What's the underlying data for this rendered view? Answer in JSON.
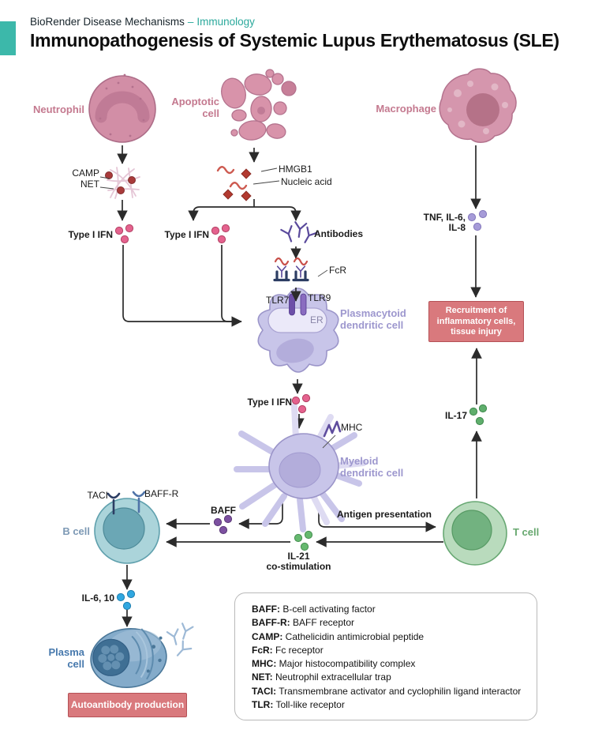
{
  "header": {
    "series": "BioRender Disease Mechanisms",
    "separator": "–",
    "category": "Immunology",
    "title": "Immunopathogenesis of Systemic Lupus Erythematosus (SLE)"
  },
  "cells": {
    "neutrophil": {
      "label": "Neutrophil"
    },
    "apoptotic": {
      "l1": "Apoptotic",
      "l2": "cell"
    },
    "macrophage": {
      "label": "Macrophage"
    },
    "pdc": {
      "l1": "Plasmacytoid",
      "l2": "dendritic cell"
    },
    "mdc": {
      "l1": "Myeloid",
      "l2": "dendritic cell"
    },
    "bcell": {
      "label": "B cell"
    },
    "tcell": {
      "label": "T cell"
    },
    "plasma": {
      "l1": "Plasma",
      "l2": "cell"
    }
  },
  "molecules": {
    "camp": "CAMP",
    "net": "NET",
    "hmgb1": "HMGB1",
    "nucleic_acid": "Nucleic acid",
    "ifn_neutrophil": "Type I IFN",
    "ifn_apoptotic": "Type I IFN",
    "ifn_pdc": "Type I IFN",
    "antibodies": "Antibodies",
    "fcr": "FcR",
    "tlr7": "TLR7",
    "tlr9": "TLR9",
    "er": "ER",
    "mhc": "MHC",
    "tnf_l1": "TNF, IL-6,",
    "tnf_l2": "IL-8",
    "il17": "IL-17",
    "baff": "BAFF",
    "antigen_presentation": "Antigen presentation",
    "il21_l1": "IL-21",
    "il21_l2": "co-stimulation",
    "il6_10": "IL-6, 10"
  },
  "receptors": {
    "taci": "TACI",
    "baffr": "BAFF-R"
  },
  "outcomes": {
    "recruitment": {
      "l1": "Recruitment of",
      "l2": "inflammatory cells,",
      "l3": "tissue injury"
    },
    "autoantibody": {
      "label": "Autoantibody production"
    }
  },
  "legend": {
    "items": [
      {
        "term": "BAFF:",
        "definition": "B-cell activating factor"
      },
      {
        "term": "BAFF-R:",
        "definition": "BAFF receptor"
      },
      {
        "term": "CAMP:",
        "definition": "Cathelicidin antimicrobial peptide"
      },
      {
        "term": "FcR:",
        "definition": "Fc receptor"
      },
      {
        "term": "MHC:",
        "definition": "Major histocompatibility complex"
      },
      {
        "term": "NET:",
        "definition": "Neutrophil extracellular trap"
      },
      {
        "term": "TACI:",
        "definition": "Transmembrane activator and cyclophilin ligand interactor"
      },
      {
        "term": "TLR:",
        "definition": "Toll-like receptor"
      }
    ]
  },
  "colors": {
    "accent_teal": "#3cb8aa",
    "pink_cell": "#d28ea6",
    "pink_label": "#c4798f",
    "purple_cell": "#c8c5e9",
    "purple_label": "#9d97ce",
    "bcell_fill": "#abd4da",
    "tcell_fill": "#b9dbbd",
    "plasma_fill": "#84abca",
    "outcome_fill": "#d9797d",
    "outcome_border": "#b55156",
    "ifn_dot": "#e4628e",
    "tnf_dot": "#a69bd8",
    "il17_dot": "#5fae6c",
    "baff_dot": "#7c50a0",
    "il6_dot": "#30a7e0",
    "arrow": "#2b2b2b"
  }
}
